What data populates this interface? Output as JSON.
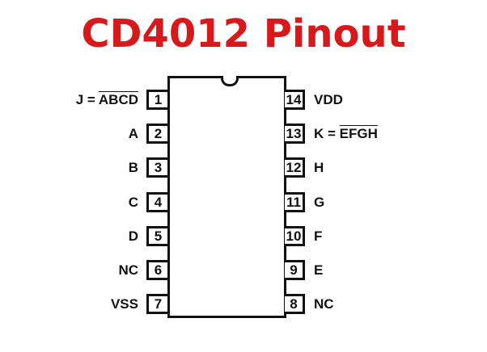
{
  "title": "CD4012 Pinout",
  "left_pins": [
    {
      "number": "1",
      "label": "J = ",
      "label_overline": "ABCD"
    },
    {
      "number": "2",
      "label": "A",
      "label_overline": ""
    },
    {
      "number": "3",
      "label": "B",
      "label_overline": ""
    },
    {
      "number": "4",
      "label": "C",
      "label_overline": ""
    },
    {
      "number": "5",
      "label": "D",
      "label_overline": ""
    },
    {
      "number": "6",
      "label": "NC",
      "label_overline": ""
    },
    {
      "number": "7",
      "label": "VSS",
      "label_overline": ""
    }
  ],
  "right_pins": [
    {
      "number": "14",
      "label": "VDD",
      "label_overline": ""
    },
    {
      "number": "13",
      "label": "K = ",
      "label_overline": "EFGH"
    },
    {
      "number": "12",
      "label": "H",
      "label_overline": ""
    },
    {
      "number": "11",
      "label": "G",
      "label_overline": ""
    },
    {
      "number": "10",
      "label": "F",
      "label_overline": ""
    },
    {
      "number": "9",
      "label": "E",
      "label_overline": ""
    },
    {
      "number": "8",
      "label": "NC",
      "label_overline": ""
    }
  ]
}
